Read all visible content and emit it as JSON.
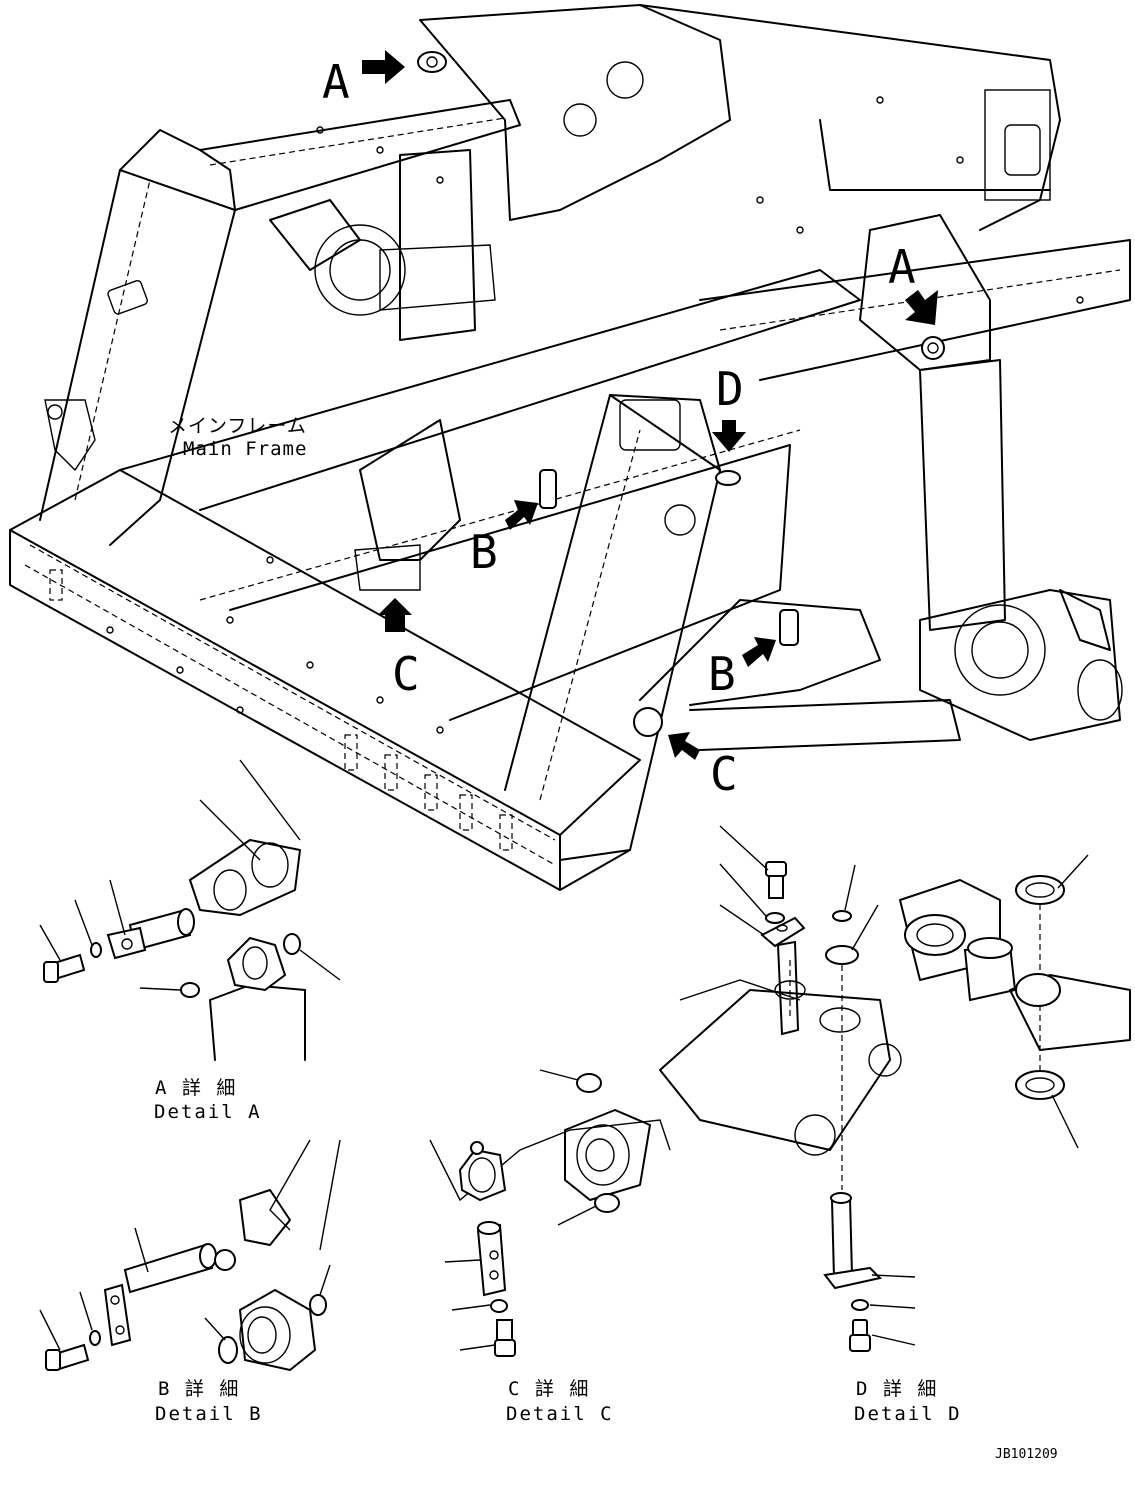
{
  "callouts": {
    "a": "A",
    "b": "B",
    "c": "C",
    "d": "D"
  },
  "main_frame": {
    "label_jp": "メインフレーム",
    "label_en": "Main Frame"
  },
  "details": {
    "a": {
      "label_jp": "A 詳 細",
      "label_en": "Detail A"
    },
    "b": {
      "label_jp": "B 詳 細",
      "label_en": "Detail B"
    },
    "c": {
      "label_jp": "C 詳 細",
      "label_en": "Detail C"
    },
    "d": {
      "label_jp": "D 詳 細",
      "label_en": "Detail D"
    }
  },
  "document_id": "JB101209"
}
